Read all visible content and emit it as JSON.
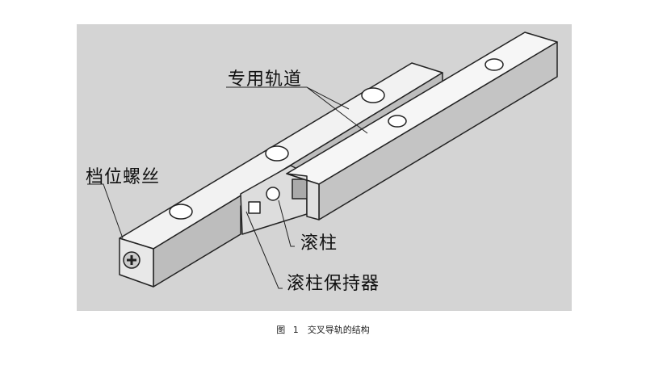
{
  "labels": {
    "rail": "专用轨道",
    "screw": "档位螺丝",
    "roller": "滚柱",
    "cage": "滚柱保持器"
  },
  "caption": "图 1　交叉导轨的结构"
}
